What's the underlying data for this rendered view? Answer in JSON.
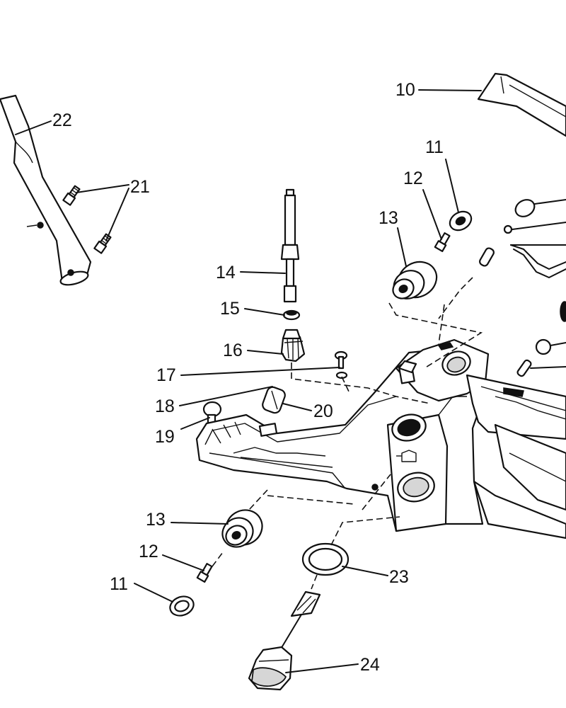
{
  "callouts": [
    {
      "id": "label-22",
      "text": "22"
    },
    {
      "id": "label-21",
      "text": "21"
    },
    {
      "id": "label-10",
      "text": "10"
    },
    {
      "id": "label-11-top",
      "text": "11"
    },
    {
      "id": "label-12-top",
      "text": "12"
    },
    {
      "id": "label-13-top",
      "text": "13"
    },
    {
      "id": "label-14",
      "text": "14"
    },
    {
      "id": "label-15",
      "text": "15"
    },
    {
      "id": "label-16",
      "text": "16"
    },
    {
      "id": "label-17",
      "text": "17"
    },
    {
      "id": "label-18",
      "text": "18"
    },
    {
      "id": "label-19",
      "text": "19"
    },
    {
      "id": "label-20",
      "text": "20"
    },
    {
      "id": "label-13-bottom",
      "text": "13"
    },
    {
      "id": "label-12-bottom",
      "text": "12"
    },
    {
      "id": "label-11-bottom",
      "text": "11"
    },
    {
      "id": "label-23",
      "text": "23"
    },
    {
      "id": "label-24",
      "text": "24"
    }
  ]
}
